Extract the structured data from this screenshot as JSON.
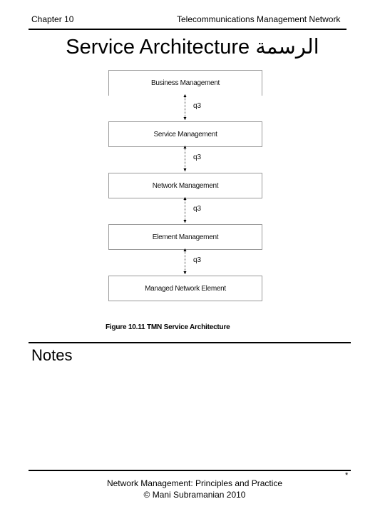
{
  "header": {
    "chapter": "Chapter 10",
    "title": "Telecommunications Management Network"
  },
  "slide": {
    "title_en": "Service Architecture",
    "title_ar": "الرسمة"
  },
  "diagram": {
    "layers": [
      "Business Management",
      "Service Management",
      "Network Management",
      "Element Management",
      "Managed Network Element"
    ],
    "interfaces": [
      "q3",
      "q3",
      "q3",
      "q3"
    ],
    "caption": "Figure 10.11  TMN Service Architecture"
  },
  "notes_label": "Notes",
  "footer": {
    "line1": "Network Management: Principles and Practice",
    "line2": "© Mani Subramanian 2010",
    "page_marker": "*"
  }
}
